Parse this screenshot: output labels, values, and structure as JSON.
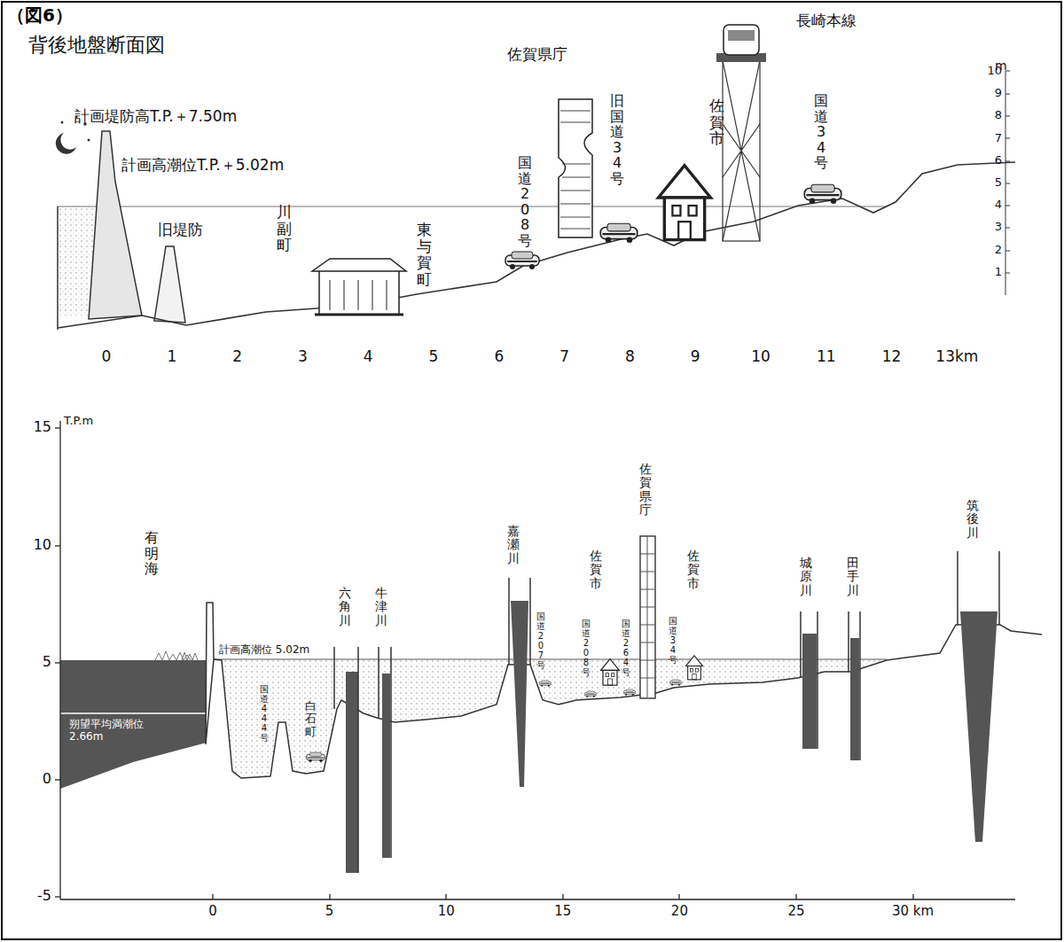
{
  "diagram": {
    "title": "（図6）",
    "labels": [
      "背後地盤断面図",
      "計画堤防高T.P.＋7.50m",
      "計画高潮位T.P.＋5.02m",
      "旧堤防",
      "川副町",
      "東与賀町",
      "国道208号",
      "佐賀県庁",
      "旧国道34号",
      "佐賀市",
      "長崎本線",
      "国道34号",
      "m",
      "10",
      "9",
      "8",
      "7",
      "6",
      "5",
      "4",
      "3",
      "2",
      "1",
      "0",
      "1",
      "2",
      "3",
      "4",
      "5",
      "6",
      "7",
      "8",
      "9",
      "10",
      "11",
      "12",
      "13km",
      "15",
      "T.P.m",
      "10",
      "5",
      "0",
      "-5",
      "有明海",
      "計画高潮位 5.02m",
      "朔望平均満潮位 2.66m",
      "国道444号",
      "白石町",
      "六角川",
      "牛津川",
      "嘉瀬川",
      "国道207号",
      "佐賀市",
      "国道208号",
      "国道264号",
      "佐賀県庁",
      "佐賀市",
      "国道34号",
      "城原川",
      "田手川",
      "筑後川",
      "0",
      "5",
      "10",
      "15",
      "20",
      "25",
      "30 km"
    ]
  }
}
